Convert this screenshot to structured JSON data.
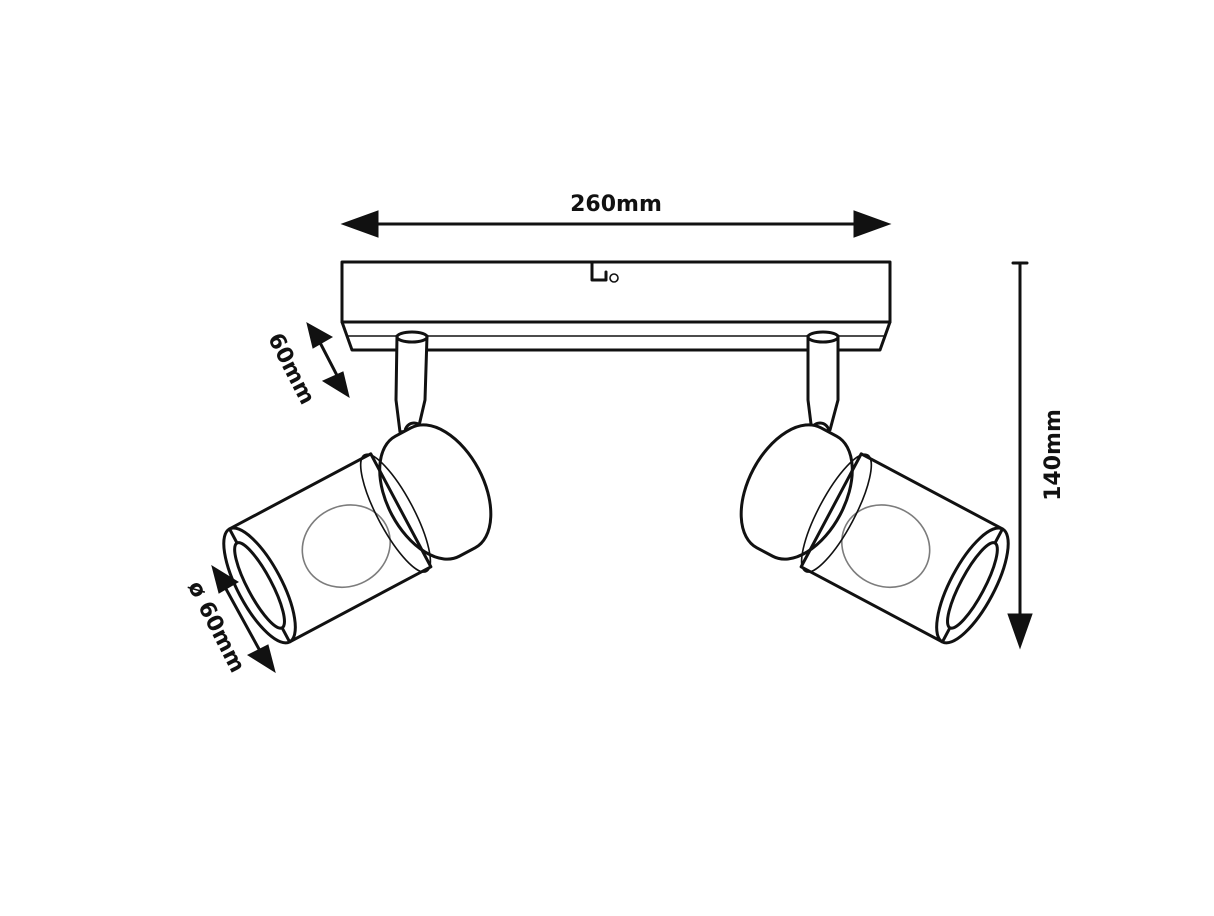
{
  "dimensions": {
    "width": "260mm",
    "height": "140mm",
    "depth": "60mm",
    "diameter": "ø 60mm"
  },
  "colors": {
    "ink": "#111111",
    "background": "#ffffff"
  }
}
